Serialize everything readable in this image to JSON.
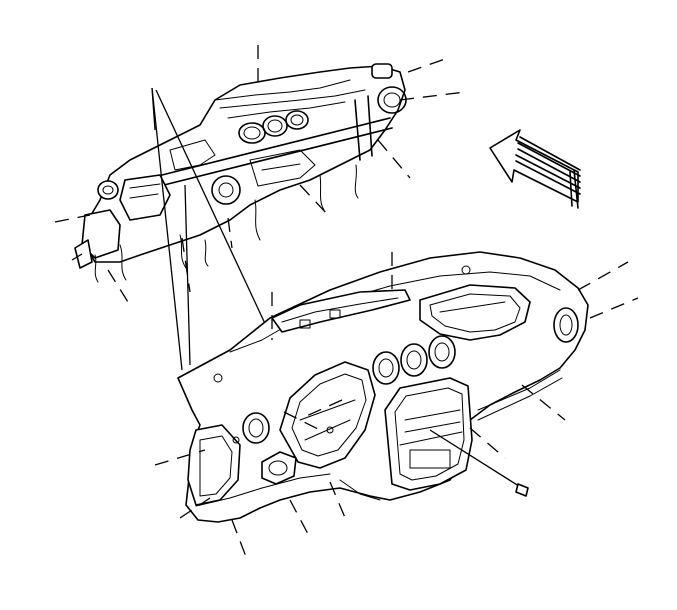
{
  "diagram": {
    "colors": {
      "line": "#000000",
      "background": "#ffffff"
    },
    "components": [
      "heater-ac-module",
      "instrument-panel-carrier",
      "fastener-bolt",
      "direction-arrow"
    ]
  }
}
